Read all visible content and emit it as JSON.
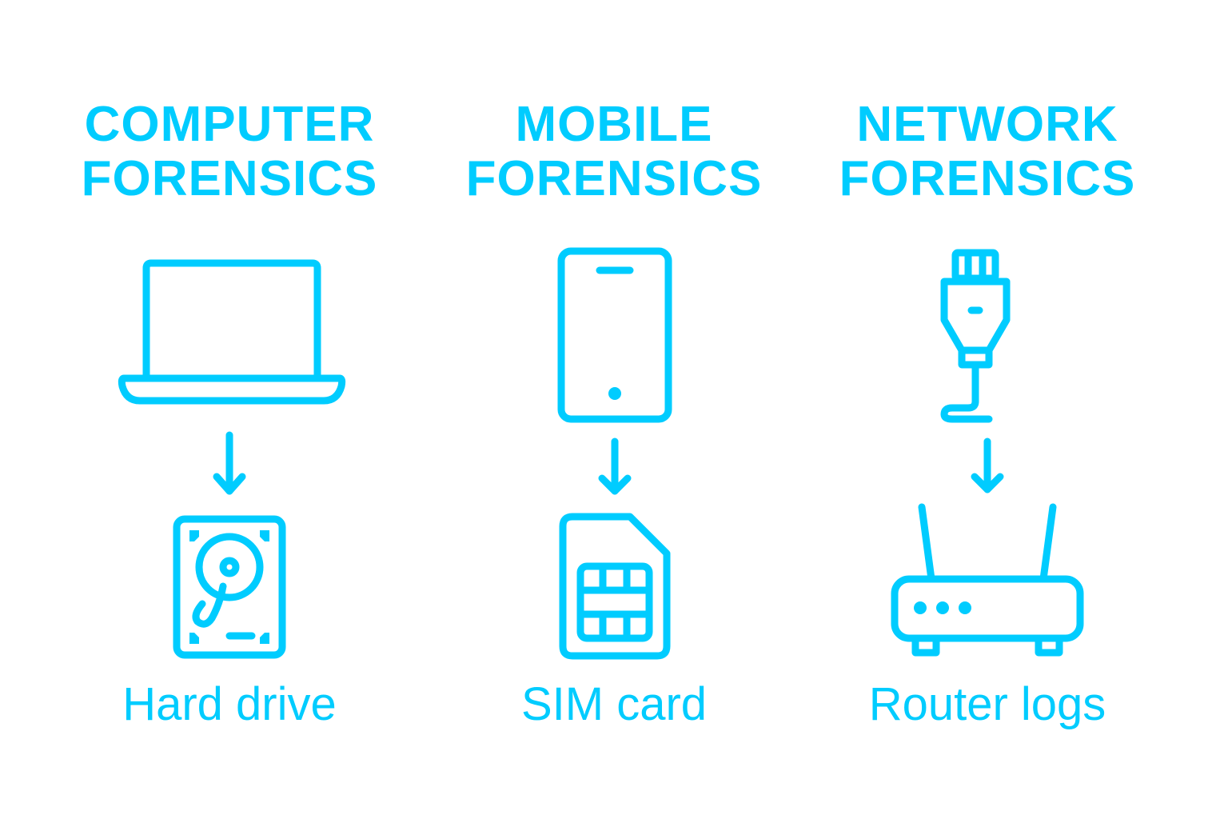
{
  "colors": {
    "accent": "#00CCFF",
    "background": "#FFFFFF"
  },
  "columns": [
    {
      "title_line1": "COMPUTER",
      "title_line2": "FORENSICS",
      "source_icon": "laptop-icon",
      "arrow_icon": "arrow-down-icon",
      "target_icon": "hard-drive-icon",
      "label": "Hard drive"
    },
    {
      "title_line1": "MOBILE",
      "title_line2": "FORENSICS",
      "source_icon": "smartphone-icon",
      "arrow_icon": "arrow-down-icon",
      "target_icon": "sim-card-icon",
      "label": "SIM card"
    },
    {
      "title_line1": "NETWORK",
      "title_line2": "FORENSICS",
      "source_icon": "ethernet-cable-icon",
      "arrow_icon": "arrow-down-icon",
      "target_icon": "router-icon",
      "label": "Router logs"
    }
  ]
}
